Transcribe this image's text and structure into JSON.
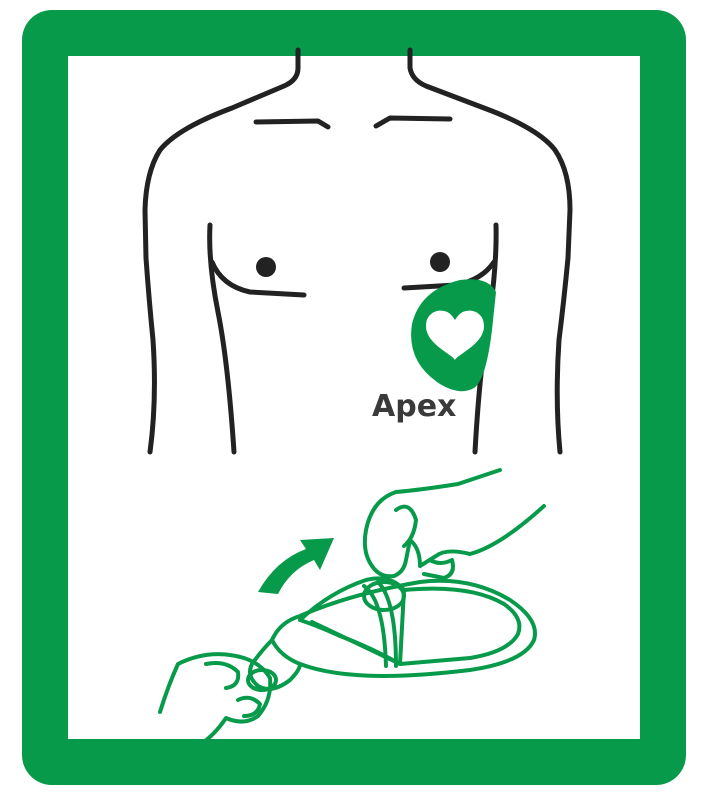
{
  "pictogram": {
    "pad_label": "Apex",
    "icons": [
      "torso",
      "nipple",
      "electrode-pad",
      "heart-icon",
      "hand",
      "arrow",
      "electrode-packet"
    ]
  },
  "colors": {
    "brand_green": "#079a4a",
    "outline": "#222222",
    "label": "#3a3a3a",
    "background": "#ffffff"
  }
}
